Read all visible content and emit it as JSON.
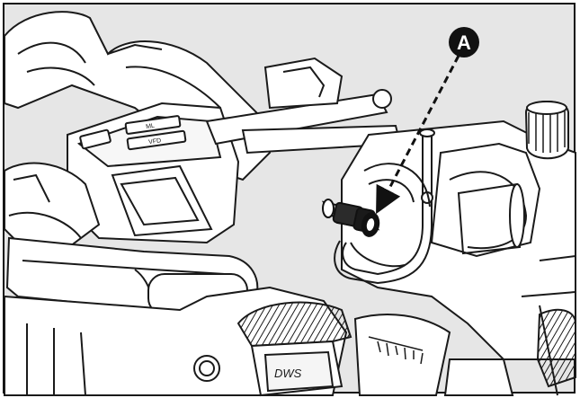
{
  "figure": {
    "callout": {
      "label": "A",
      "target": "barrel-connector-port"
    },
    "colors": {
      "background": "#e6e6e6",
      "line": "#1a1a1a",
      "part_fill": "#ffffff",
      "callout_badge": "#111111",
      "callout_text": "#ffffff"
    },
    "panel_text": {
      "top": "ML",
      "middle": "VFD"
    },
    "nameplate_text": "DWS"
  }
}
